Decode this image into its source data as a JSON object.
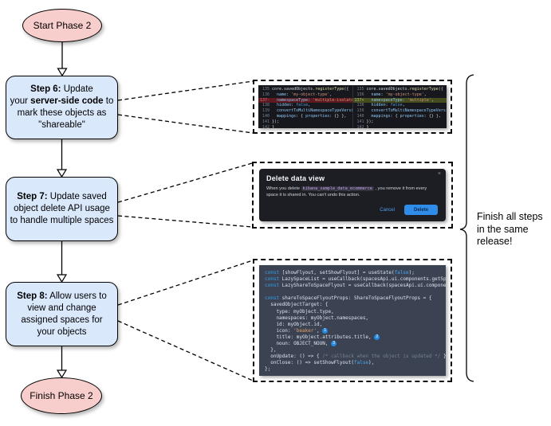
{
  "flowchart": {
    "start_label": "Start Phase 2",
    "finish_label": "Finish Phase 2",
    "steps": [
      {
        "lines": [
          [
            {
              "t": "Step 6:",
              "b": true
            },
            {
              "t": " Update"
            }
          ],
          [
            {
              "t": "your "
            },
            {
              "t": "server-side code",
              "b": true
            },
            {
              "t": " to"
            }
          ],
          [
            {
              "t": "mark these objects as"
            }
          ],
          [
            {
              "t": "\"shareable\""
            }
          ]
        ]
      },
      {
        "lines": [
          [
            {
              "t": "Step 7:",
              "b": true
            },
            {
              "t": " Update saved"
            }
          ],
          [
            {
              "t": "object delete API usage"
            }
          ],
          [
            {
              "t": "to handle multiple spaces"
            }
          ]
        ]
      },
      {
        "lines": [
          [
            {
              "t": "Step 8:",
              "b": true
            },
            {
              "t": " Allow users to"
            }
          ],
          [
            {
              "t": "view and change"
            }
          ],
          [
            {
              "t": "assigned spaces for"
            }
          ],
          [
            {
              "t": "your objects"
            }
          ]
        ]
      }
    ],
    "annotation_lines": [
      [
        {
          "t": "Finish all steps"
        }
      ],
      [
        {
          "t": "in the same"
        }
      ],
      [
        {
          "t": "release!"
        }
      ]
    ]
  },
  "diff": {
    "left": [
      {
        "num": "135",
        "tokens": [
          [
            "core.savedObjects.",
            "pl"
          ],
          [
            "registerType",
            "fn"
          ],
          [
            "({",
            "pl"
          ]
        ]
      },
      {
        "num": "136",
        "tokens": [
          [
            "  ",
            "pl"
          ],
          [
            "name",
            "key"
          ],
          [
            ": ",
            "pl"
          ],
          [
            "'my-object-type'",
            "str"
          ],
          [
            ",",
            "pl"
          ]
        ]
      },
      {
        "num": "137-",
        "mark": "del",
        "tokens": [
          [
            "  ",
            "pl"
          ],
          [
            "namespaceType",
            "key"
          ],
          [
            ": ",
            "pl"
          ],
          [
            "'multiple-isolated'",
            "str"
          ],
          [
            ",",
            "pl"
          ]
        ]
      },
      {
        "num": "138",
        "tokens": [
          [
            "  ",
            "pl"
          ],
          [
            "hidden",
            "key"
          ],
          [
            ": ",
            "pl"
          ],
          [
            "false",
            "bool"
          ],
          [
            ",",
            "pl"
          ]
        ]
      },
      {
        "num": "139",
        "tokens": [
          [
            "  ",
            "pl"
          ],
          [
            "convertToMultiNamespaceTypeVersion",
            "key"
          ],
          [
            ": ",
            "pl"
          ],
          [
            "'",
            "str"
          ]
        ]
      },
      {
        "num": "140",
        "tokens": [
          [
            "  ",
            "pl"
          ],
          [
            "mappings",
            "key"
          ],
          [
            ": { ",
            "pl"
          ],
          [
            "properties",
            "key"
          ],
          [
            ": {} },",
            "pl"
          ]
        ]
      },
      {
        "num": "141",
        "tokens": [
          [
            "});",
            "pl"
          ]
        ]
      },
      {
        "num": "142",
        "tokens": [
          [
            "}",
            "fn"
          ]
        ]
      }
    ],
    "right": [
      {
        "num": "135",
        "tokens": [
          [
            "core.savedObjects.",
            "pl"
          ],
          [
            "registerType",
            "fn"
          ],
          [
            "({",
            "pl"
          ]
        ]
      },
      {
        "num": "136",
        "tokens": [
          [
            "  ",
            "pl"
          ],
          [
            "name",
            "key"
          ],
          [
            ": ",
            "pl"
          ],
          [
            "'my-object-type'",
            "str"
          ],
          [
            ",",
            "pl"
          ]
        ]
      },
      {
        "num": "137+",
        "mark": "add",
        "tokens": [
          [
            "  ",
            "pl"
          ],
          [
            "namespaceType",
            "key"
          ],
          [
            ": ",
            "pl"
          ],
          [
            "'multiple'",
            "str"
          ],
          [
            ",",
            "pl"
          ]
        ]
      },
      {
        "num": "138",
        "tokens": [
          [
            "  ",
            "pl"
          ],
          [
            "hidden",
            "key"
          ],
          [
            ": ",
            "pl"
          ],
          [
            "false",
            "bool"
          ],
          [
            ",",
            "pl"
          ]
        ]
      },
      {
        "num": "139",
        "tokens": [
          [
            "  ",
            "pl"
          ],
          [
            "convertToMultiNamespaceTypeVersion",
            "key"
          ],
          [
            ": ",
            "pl"
          ],
          [
            "'",
            "str"
          ]
        ]
      },
      {
        "num": "140",
        "tokens": [
          [
            "  ",
            "pl"
          ],
          [
            "mappings",
            "key"
          ],
          [
            ": { ",
            "pl"
          ],
          [
            "properties",
            "key"
          ],
          [
            ": {} },",
            "pl"
          ]
        ]
      },
      {
        "num": "141",
        "tokens": [
          [
            "});",
            "pl"
          ]
        ]
      },
      {
        "num": "142",
        "tokens": [
          [
            "}",
            "fn"
          ]
        ]
      }
    ]
  },
  "dialog": {
    "title": "Delete data view",
    "body_prefix": "When you delete ",
    "code_name": "kibana_sample_data_ecommerce",
    "body_suffix": " , you remove it from every space it is shared in. You can't undo this action.",
    "cancel_label": "Cancel",
    "delete_label": "Delete",
    "close_icon": "×"
  },
  "code_snippet": {
    "lines": [
      {
        "tokens": [
          [
            "const",
            "kw"
          ],
          [
            " [showFlyout, setShowFlyout] = useState(",
            "pl"
          ],
          [
            "false",
            "bool2"
          ],
          [
            ");",
            "pl"
          ]
        ]
      },
      {
        "tokens": [
          [
            "const",
            "kw"
          ],
          [
            " LazySpaceList = useCallback(spacesApi.ui.components.getSpaceLis",
            "pl"
          ]
        ]
      },
      {
        "tokens": [
          [
            "const",
            "kw"
          ],
          [
            " LazyShareToSpaceFlyout = useCallback(spacesApi.ui.components.ge",
            "pl"
          ]
        ]
      },
      {
        "tokens": [
          [
            " ",
            "pl"
          ]
        ]
      },
      {
        "tokens": [
          [
            "const",
            "kw"
          ],
          [
            " shareToSpaceFlyoutProps: ShareToSpaceFlyoutProps = {",
            "pl"
          ]
        ]
      },
      {
        "tokens": [
          [
            "  savedObjectTarget: {",
            "pl"
          ]
        ]
      },
      {
        "tokens": [
          [
            "    type: myObject.type,",
            "pl"
          ]
        ]
      },
      {
        "tokens": [
          [
            "    namespaces: myObject.namespaces,",
            "pl"
          ]
        ]
      },
      {
        "tokens": [
          [
            "    id: myObject.id,",
            "pl"
          ]
        ]
      },
      {
        "tokens": [
          [
            "    icon: ",
            "pl"
          ],
          [
            "'beaker'",
            "str2"
          ],
          [
            ", ",
            "pl"
          ],
          [
            "1",
            "badge"
          ]
        ]
      },
      {
        "tokens": [
          [
            "    title: myObject.attributes.title, ",
            "pl"
          ],
          [
            "2",
            "badge"
          ]
        ]
      },
      {
        "tokens": [
          [
            "    noun: OBJECT_NOUN, ",
            "pl"
          ],
          [
            "3",
            "badge"
          ]
        ]
      },
      {
        "tokens": [
          [
            "  },",
            "pl"
          ]
        ]
      },
      {
        "tokens": [
          [
            "  onUpdate: () => { ",
            "pl"
          ],
          [
            "/* callback when the object is updated */",
            "cmt"
          ],
          [
            " },",
            "pl"
          ]
        ]
      },
      {
        "tokens": [
          [
            "  onClose: () => setShowFlyout(",
            "pl"
          ],
          [
            "false",
            "bool2"
          ],
          [
            "),",
            "pl"
          ]
        ]
      },
      {
        "tokens": [
          [
            "};",
            "pl"
          ]
        ]
      }
    ]
  },
  "colors": {
    "node_pink": "#f8cecc",
    "node_blue": "#dae8fc",
    "delete_button_blue": "#2f8de9",
    "diff_removed_bg": "#5c1a20",
    "diff_added_bg": "#454d1f"
  }
}
